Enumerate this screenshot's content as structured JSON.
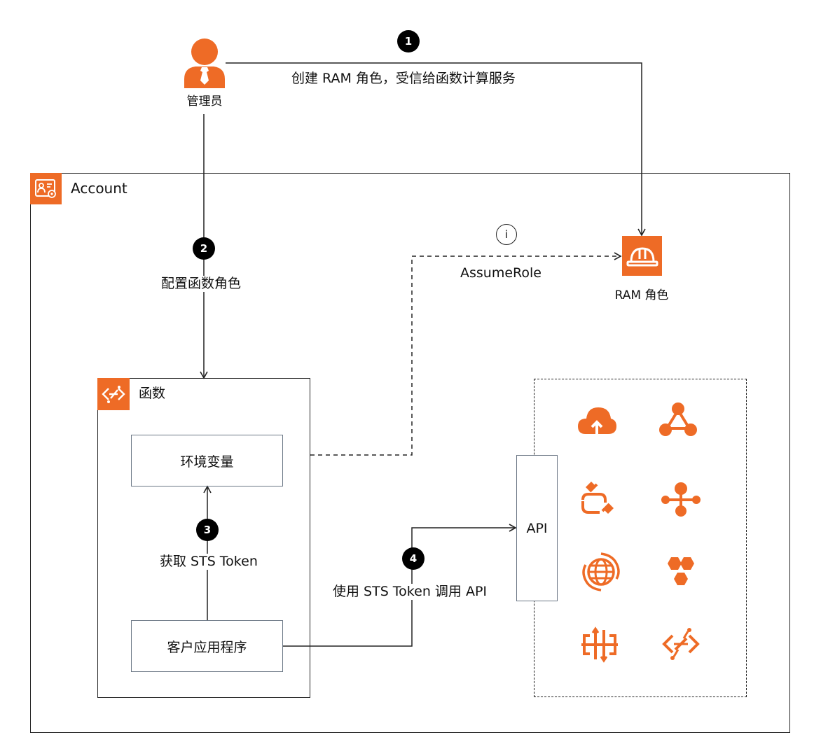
{
  "admin": {
    "label": "管理员",
    "icon": "admin-user-icon"
  },
  "account": {
    "label": "Account",
    "icon": "account-icon"
  },
  "ram_role": {
    "label": "RAM 角色",
    "icon": "helmet-icon"
  },
  "function": {
    "label": "函数",
    "icon": "function-compute-icon"
  },
  "env_vars": {
    "label": "环境变量"
  },
  "client_app": {
    "label": "客户应用程序"
  },
  "api": {
    "label": "API"
  },
  "assume_role": {
    "label": "AssumeRole",
    "info_symbol": "i"
  },
  "steps": [
    {
      "num": "1",
      "label": "创建 RAM 角色，受信给函数计算服务"
    },
    {
      "num": "2",
      "label": "配置函数角色"
    },
    {
      "num": "3",
      "label": "获取 STS Token"
    },
    {
      "num": "4",
      "label": "使用 STS Token 调用 API"
    }
  ],
  "services": [
    {
      "icon": "cloud-upload-icon"
    },
    {
      "icon": "triangle-network-icon"
    },
    {
      "icon": "connector-icon"
    },
    {
      "icon": "tree-nodes-icon"
    },
    {
      "icon": "globe-icon"
    },
    {
      "icon": "hexagon-cluster-icon"
    },
    {
      "icon": "gateway-icon"
    },
    {
      "icon": "function-code-icon"
    }
  ],
  "colors": {
    "accent": "#ee6b26",
    "line": "#222222",
    "box_border": "#6b7785"
  }
}
